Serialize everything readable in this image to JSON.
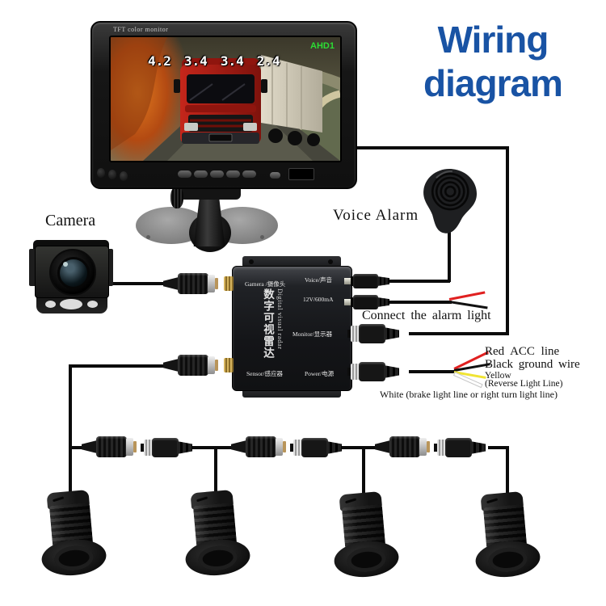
{
  "title": {
    "line1": "Wiring",
    "line2": "diagram"
  },
  "colors": {
    "title_blue": "#1953a4",
    "badge_green": "#2cdd35",
    "wire_red": "#e02020",
    "wire_yellow": "#f0e434",
    "wire_black": "#111111",
    "wire_white": "#ffffff"
  },
  "monitor": {
    "brand": "TFT color monitor",
    "signal": "AHD1",
    "readout": [
      "4.2",
      "3.4",
      "3.4",
      "2.4"
    ]
  },
  "camera": {
    "label": "Camera"
  },
  "voice_alarm": {
    "label": "Voice Alarm"
  },
  "alarm_light": {
    "label": "Connect the alarm light"
  },
  "control_box": {
    "title_cn": "数字可视雷达",
    "title_en": "Digital visual radar",
    "ports": {
      "camera": "Gamera /摄像头",
      "voice": "Voice/声音",
      "rating": "12V/600mA",
      "monitor": "Monitor/显示器",
      "sensor": "Sensor/感应器",
      "power": "Power/电源"
    }
  },
  "wire_legend": {
    "red": "Red  ACC line",
    "black": "Black ground wire",
    "yellow_line1": "Yellow",
    "yellow_line2": "(Reverse Light Line)",
    "white": "White (brake light line or right turn light line)"
  },
  "sensors": {
    "count": 4
  }
}
